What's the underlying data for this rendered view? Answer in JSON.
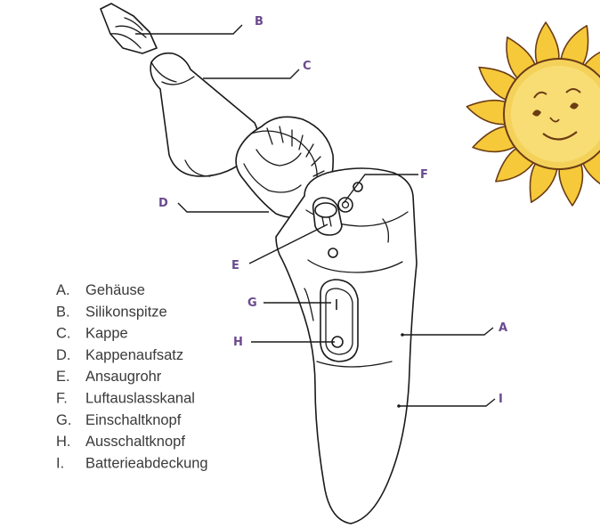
{
  "callouts": {
    "A": "A",
    "B": "B",
    "C": "C",
    "D": "D",
    "E": "E",
    "F": "F",
    "G": "G",
    "H": "H",
    "I": "I"
  },
  "legend": [
    {
      "letter": "A.",
      "text": "Gehäuse"
    },
    {
      "letter": "B.",
      "text": "Silikonspitze"
    },
    {
      "letter": "C.",
      "text": "Kappe"
    },
    {
      "letter": "D.",
      "text": "Kappenaufsatz"
    },
    {
      "letter": "E.",
      "text": "Ansaugrohr"
    },
    {
      "letter": "F.",
      "text": "Luftauslasskanal"
    },
    {
      "letter": "G.",
      "text": "Einschaltknopf"
    },
    {
      "letter": "H.",
      "text": "Ausschaltknopf"
    },
    {
      "letter": "I.",
      "text": "Batterieabdeckung"
    }
  ],
  "colors": {
    "callout": "#6a4a8e",
    "sun_fill": "#f6c93a",
    "sun_core": "#f4d25a",
    "sun_outline": "#6b3c14",
    "line": "#1a1a1a"
  },
  "icons": {
    "sun": "smiling-sun-icon"
  }
}
